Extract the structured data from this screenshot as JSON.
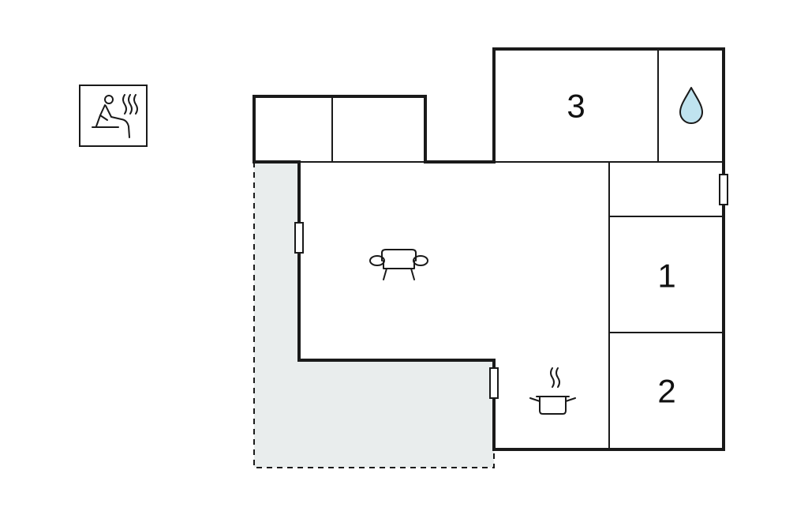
{
  "rooms": [
    {
      "id": "bedroom-3",
      "label": "3"
    },
    {
      "id": "bedroom-1",
      "label": "1"
    },
    {
      "id": "bedroom-2",
      "label": "2"
    }
  ],
  "icons": {
    "sauna": "sauna-icon",
    "bathroom": "water-drop-icon",
    "living_room": "sofa-icon",
    "kitchen": "cooking-pot-icon"
  },
  "colors": {
    "wall": "#1a1a1a",
    "terrace": "#e9eded",
    "water_drop": "#bfe3ef",
    "background": "#ffffff"
  }
}
